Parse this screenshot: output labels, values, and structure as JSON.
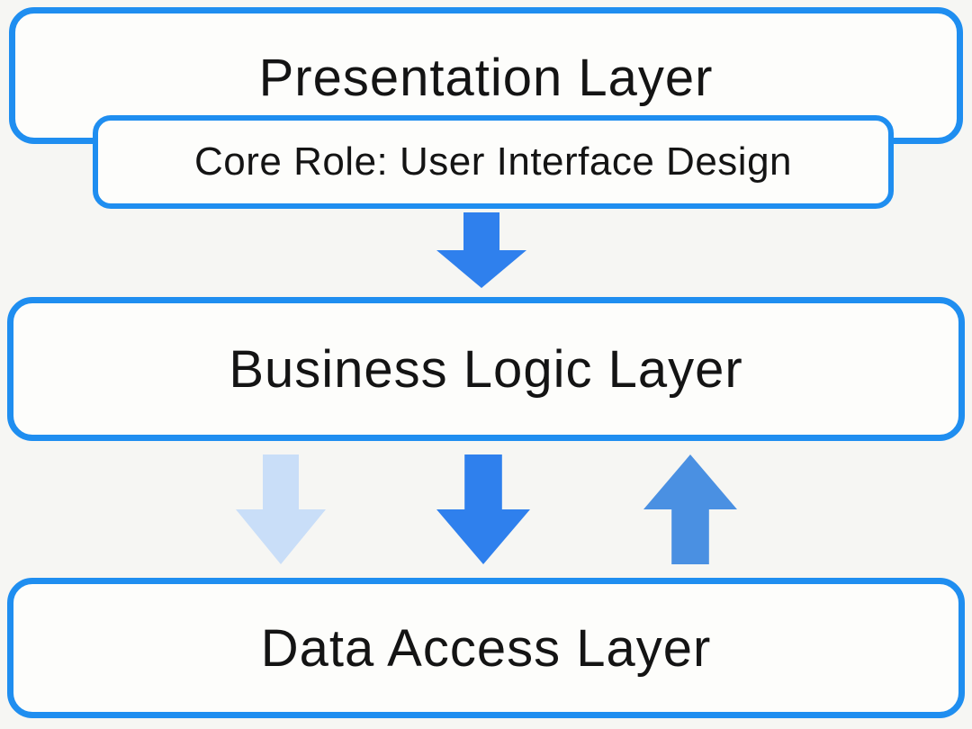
{
  "diagram": {
    "title": "Three-tier architecture diagram",
    "colors": {
      "background": "#f6f6f3",
      "box_fill": "#fdfdfb",
      "box_border": "#1f8ef0",
      "text": "#141414",
      "arrow_primary": "#2f80ed",
      "arrow_light": "#c9def8",
      "arrow_up": "#4a90e2"
    },
    "boxes": {
      "presentation": {
        "label": "Presentation Layer"
      },
      "core_role": {
        "label": "Core Role: User Interface Design"
      },
      "business": {
        "label": "Business Logic Layer"
      },
      "data": {
        "label": "Data Access Layer"
      }
    },
    "arrows": {
      "top": {
        "direction": "down",
        "color": "#2f80ed"
      },
      "left": {
        "direction": "down",
        "color": "#c9def8"
      },
      "mid": {
        "direction": "down",
        "color": "#2f80ed"
      },
      "right": {
        "direction": "up",
        "color": "#4a90e2"
      }
    }
  }
}
